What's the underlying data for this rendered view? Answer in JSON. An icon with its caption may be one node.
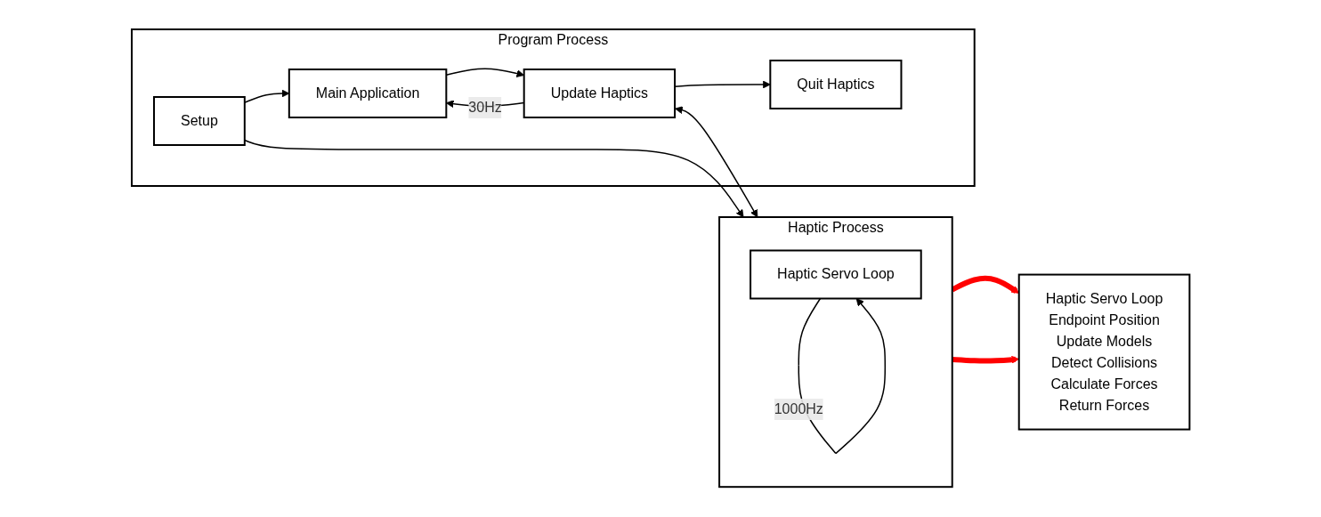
{
  "diagram": {
    "nodes": [
      {
        "text": [
          "Program  Process"
        ]
      },
      {
        "text": [
          "Setup"
        ],
        "in": 0
      },
      {
        "text": [
          "Main Application"
        ],
        "in": 0
      },
      {
        "text": [
          "Update Haptics"
        ],
        "in": 0
      },
      {
        "text": [
          "Quit Haptics"
        ],
        "in": 0
      },
      {
        "text": [
          "Haptic Process"
        ]
      },
      {
        "text": [
          "Haptic Servo Loop"
        ],
        "in": 5
      },
      {
        "text": [
          "Haptic Servo Loop",
          "Endpoint Position",
          "Update Models",
          "Detect Collisions",
          "Calculate Forces",
          "Return Forces"
        ]
      }
    ],
    "edges": [
      {
        "from": 1,
        "to": 2,
        "arrow": "to"
      },
      {
        "from": 1,
        "to": 5,
        "arrow": "to"
      },
      {
        "from": 2,
        "to": 3,
        "arrow": "to"
      },
      {
        "from": 3,
        "to": 2,
        "arrow": "to",
        "label": "30Hz"
      },
      {
        "from": 3,
        "to": 4,
        "arrow": "to"
      },
      {
        "from": 3,
        "to": 5,
        "arrow": "both"
      },
      {
        "from": 6,
        "to": 6,
        "arrow": "to",
        "label": "1000Hz"
      },
      {
        "from": 5,
        "to": 7,
        "arrow": "to",
        "style": "thick",
        "color": "#ff0000"
      },
      {
        "from": 5,
        "to": 7,
        "arrow": "to",
        "style": "thick",
        "color": "#ff0000"
      }
    ]
  }
}
